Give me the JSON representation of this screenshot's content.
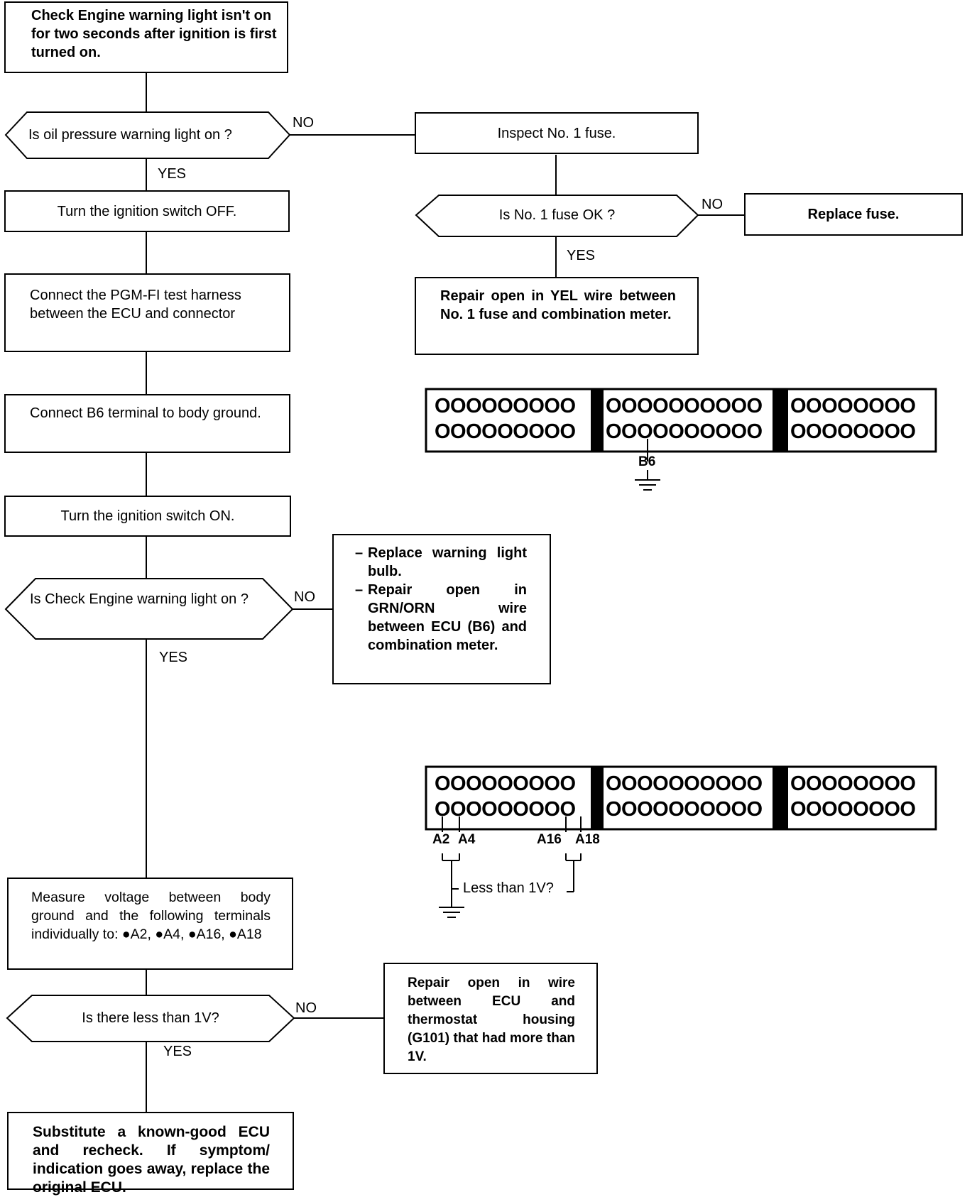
{
  "flowchart": {
    "start": "Check Engine warning light isn't on for two seconds after ignition is first turned on.",
    "q_oil": "Is oil pressure warning light on ?",
    "inspect_fuse": "Inspect No. 1 fuse.",
    "q_fuse": "Is No. 1 fuse OK ?",
    "replace_fuse": "Replace fuse.",
    "repair_yel": "Repair open in YEL wire between No. 1 fuse and combination meter.",
    "ign_off": "Turn the ignition switch OFF.",
    "connect_harness": "Connect the PGM-FI test harness between the ECU and connector",
    "connect_b6": "Connect B6 terminal to body ground.",
    "ign_on": "Turn the ignition switch ON.",
    "q_check_engine": "Is Check Engine warning light on ?",
    "repair_list": [
      "Replace warning light bulb.",
      "Repair open in GRN/ORN wire between ECU (B6) and combination meter."
    ],
    "measure": "Measure voltage between body ground and the following terminals individually to: ●A2, ●A4, ●A16, ●A18",
    "q_less_1v": "Is there less than 1V?",
    "repair_wire": "Repair open in wire between ECU and thermostat housing (G101) that had more than 1V.",
    "substitute": "Substitute a known-good ECU and recheck. If symptom/ indication goes away, replace the original ECU."
  },
  "labels": {
    "yes": "YES",
    "no": "NO"
  },
  "connector_rows": [
    "OOOOOOOOO",
    "OOOOOOOOOO",
    "OOOOOOOO"
  ],
  "connector_1": {
    "terminal": "B6"
  },
  "connector_2": {
    "terminals": [
      "A2",
      "A4",
      "A16",
      "A18"
    ],
    "note": "Less than 1V?"
  }
}
